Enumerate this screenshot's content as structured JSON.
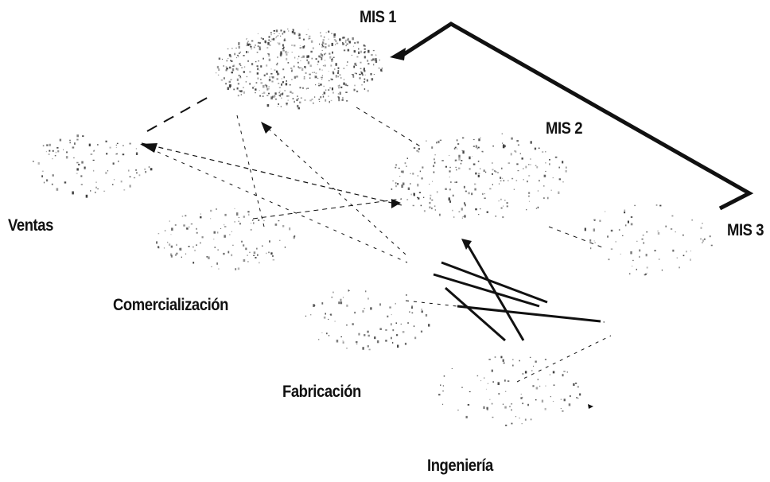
{
  "labels": {
    "mis1": "MIS 1",
    "mis2": "MIS 2",
    "mis3": "MIS 3",
    "ventas": "Ventas",
    "comercializacion": "Comercialización",
    "fabricacion": "Fabricación",
    "ingenieria": "Ingeniería"
  },
  "colors": {
    "ink": "#111111",
    "dots": "#333333",
    "background": "#ffffff"
  }
}
